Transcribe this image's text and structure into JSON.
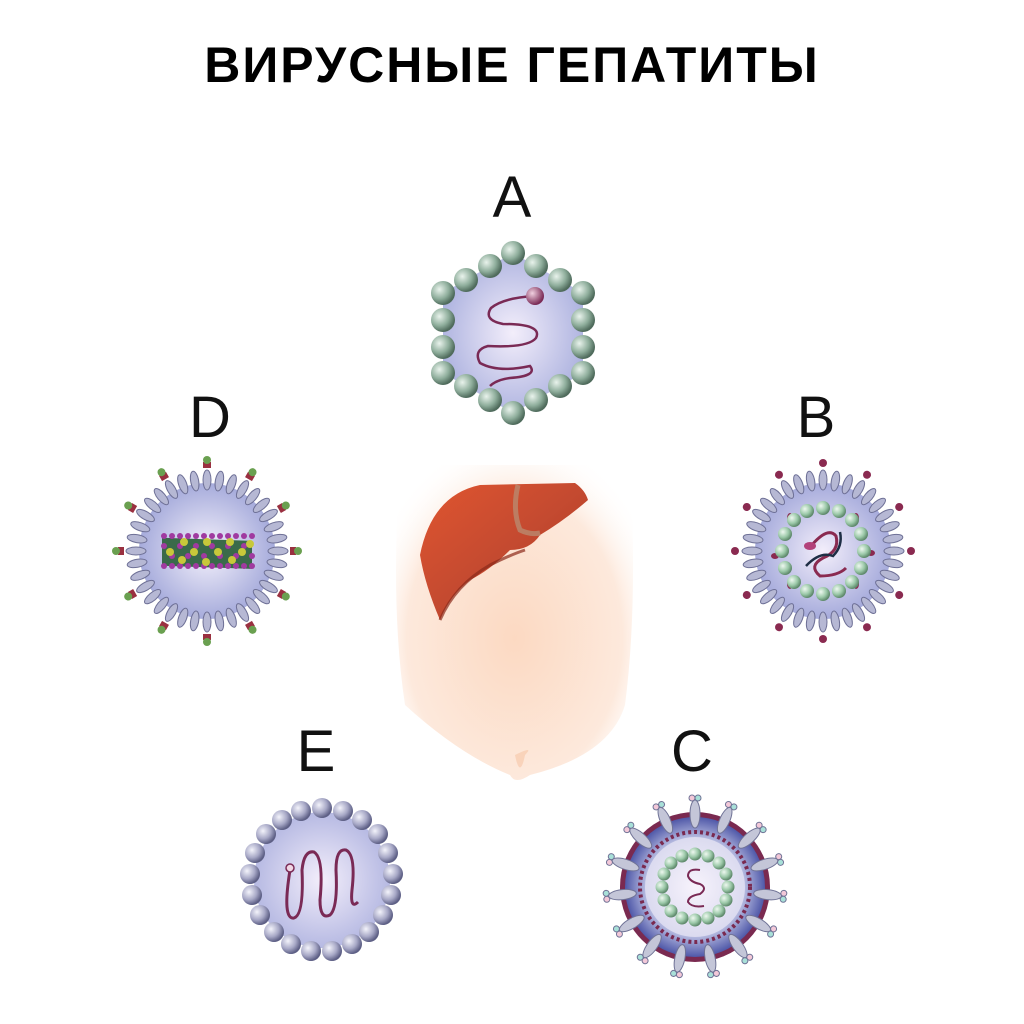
{
  "title": "ВИРУСНЫЕ ГЕПАТИТЫ",
  "viruses": [
    {
      "id": "A",
      "label": "A",
      "name": "hepatitis-a-virus",
      "capsid_color": "#8fae9c",
      "rna_color": "#7a2a55"
    },
    {
      "id": "B",
      "label": "B",
      "name": "hepatitis-b-virus",
      "envelope_color": "#9a9cc4",
      "spike_color": "#8a2a50",
      "capsid_color": "#9cc9a9"
    },
    {
      "id": "C",
      "label": "C",
      "name": "hepatitis-c-virus",
      "envelope_color": "#6a72b8",
      "spike_color": "#a9abc4",
      "capsid_color": "#9cc9a9"
    },
    {
      "id": "D",
      "label": "D",
      "name": "hepatitis-d-virus",
      "envelope_color": "#9a9cc4",
      "spike_color": "#6aa050",
      "core_color": "#9a3a9a"
    },
    {
      "id": "E",
      "label": "E",
      "name": "hepatitis-e-virus",
      "capsid_color": "#a7a8c6",
      "rna_color": "#7a2a55"
    }
  ],
  "center": {
    "organ": "liver",
    "body": "torso",
    "liver_color": "#c8402a",
    "skin_color": "#fbe3d2"
  }
}
